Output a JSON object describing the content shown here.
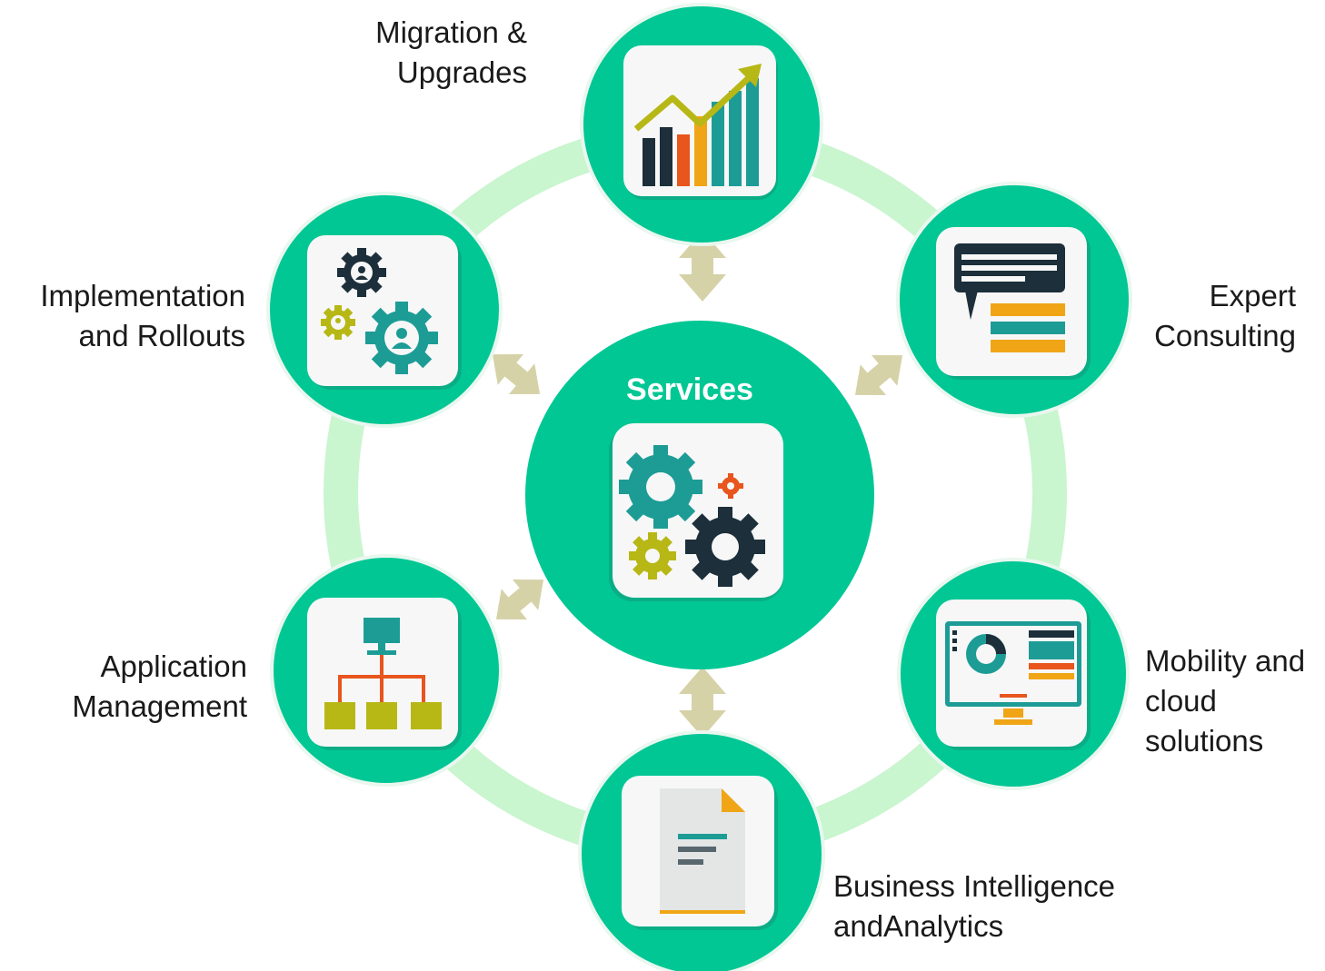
{
  "center": {
    "title": "Services",
    "icon": "gears-icon"
  },
  "nodes": [
    {
      "id": "migration",
      "lines": [
        "Migration &",
        "Upgrades"
      ],
      "icon": "bar-chart-trend-icon"
    },
    {
      "id": "consulting",
      "lines": [
        "Expert",
        "Consulting"
      ],
      "icon": "speech-bubble-icon"
    },
    {
      "id": "mobility",
      "lines": [
        "Mobility and",
        "cloud",
        "solutions"
      ],
      "icon": "monitor-dashboard-icon"
    },
    {
      "id": "bi",
      "lines": [
        "Business Intelligence",
        "andAnalytics"
      ],
      "icon": "document-icon"
    },
    {
      "id": "appmgmt",
      "lines": [
        "Application",
        "Management"
      ],
      "icon": "network-hierarchy-icon"
    },
    {
      "id": "implementation",
      "lines": [
        "Implementation",
        "and Rollouts"
      ],
      "icon": "people-gears-icon"
    }
  ],
  "colors": {
    "node_fill": "#00c794",
    "ring": "#c9f5cf",
    "arrow": "#d6d2a8",
    "teal": "#1d9c96",
    "dark": "#1c2f3a",
    "orange": "#e8551d",
    "yellow": "#f0a516",
    "olive": "#b7b716"
  }
}
